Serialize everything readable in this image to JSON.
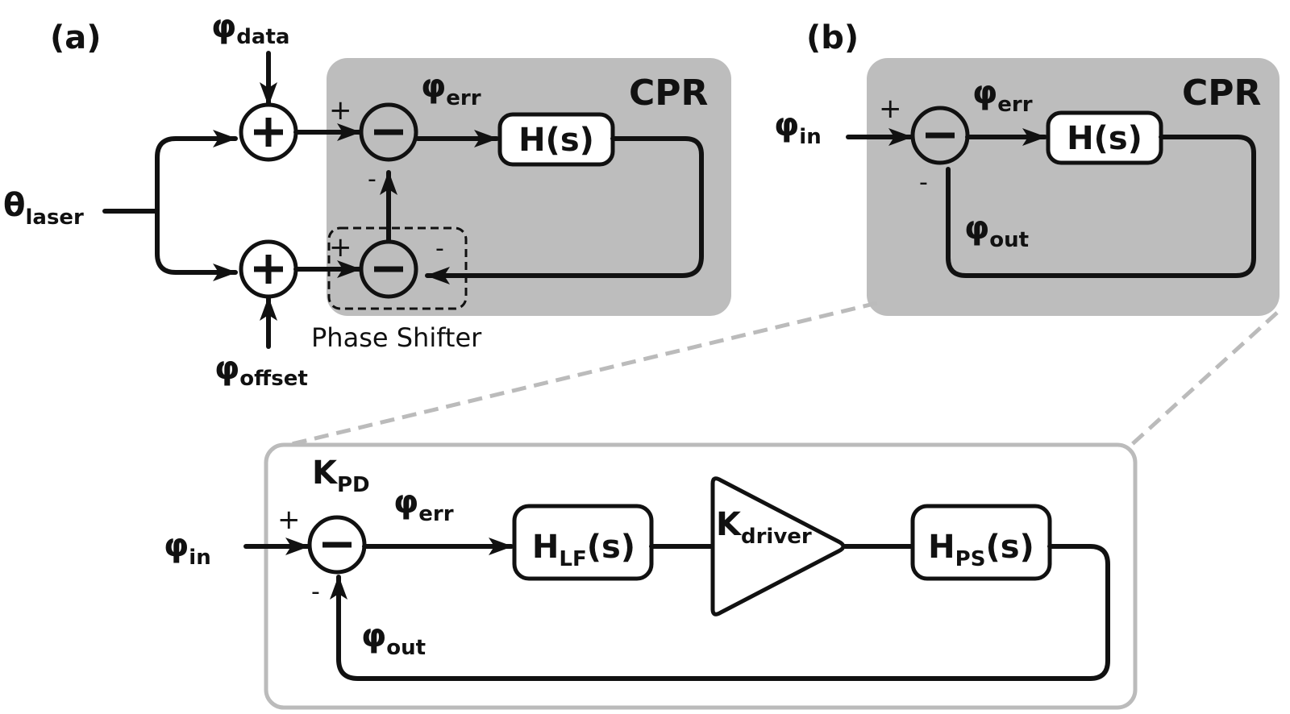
{
  "panel_a": {
    "label": "(a)",
    "cpr_title": "CPR",
    "input": {
      "sym": "θ",
      "sub": "laser"
    },
    "data_phase": {
      "sym": "φ",
      "sub": "data"
    },
    "offset_phase": {
      "sym": "φ",
      "sub": "offset"
    },
    "err": {
      "sym": "φ",
      "sub": "err"
    },
    "filter": "H(s)",
    "phase_shifter_label": "Phase Shifter",
    "sign_plus": "+",
    "sign_minus": "-"
  },
  "panel_b": {
    "label": "(b)",
    "cpr_title": "CPR",
    "input": {
      "sym": "φ",
      "sub": "in"
    },
    "err": {
      "sym": "φ",
      "sub": "err"
    },
    "out": {
      "sym": "φ",
      "sub": "out"
    },
    "filter": "H(s)",
    "sign_plus": "+",
    "sign_minus": "-"
  },
  "detail": {
    "detector": {
      "sym": "K",
      "sub": "PD"
    },
    "input": {
      "sym": "φ",
      "sub": "in"
    },
    "err": {
      "sym": "φ",
      "sub": "err"
    },
    "out": {
      "sym": "φ",
      "sub": "out"
    },
    "loop_filter": {
      "sym": "H",
      "sub": "LF",
      "tail": "(s)"
    },
    "driver": {
      "sym": "K",
      "sub": "driver"
    },
    "phase_shifter": {
      "sym": "H",
      "sub": "PS",
      "tail": "(s)"
    },
    "sign_plus": "+",
    "sign_minus": "-"
  },
  "colors": {
    "cpr_fill": "#bdbdbd",
    "outline": "#bbbbbb",
    "ink": "#111111"
  }
}
